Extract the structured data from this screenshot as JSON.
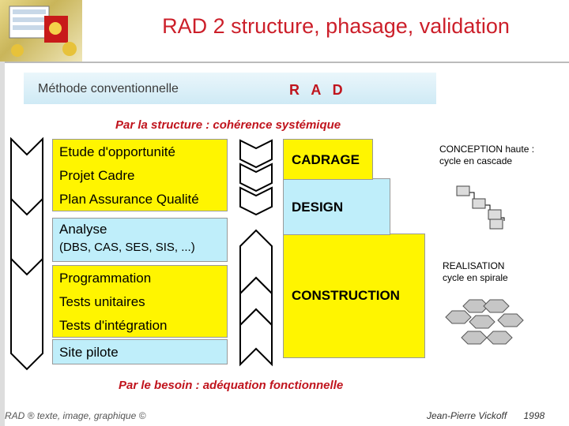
{
  "title": "RAD 2 structure, phasage, validation",
  "columns": {
    "left": "Méthode conventionnelle",
    "right": "R A D"
  },
  "subtitle_top": "Par la structure : cohérence systémique",
  "subtitle_bottom": "Par le besoin : adéquation fonctionnelle",
  "conventional": {
    "etude": "Etude d'opportunité",
    "projet": "Projet Cadre",
    "paq": "Plan Assurance Qualité",
    "analyse": "Analyse",
    "analyse_detail": "(DBS, CAS, SES, SIS, ...)",
    "programmation": "Programmation",
    "tests_unitaires": "Tests unitaires",
    "tests_integration": "Tests d'intégration",
    "site_pilote": "Site pilote"
  },
  "rad": {
    "cadrage": "CADRAGE",
    "design": "DESIGN",
    "construction": "CONSTRUCTION"
  },
  "notes": {
    "conception_line1": "CONCEPTION haute :",
    "conception_line2": "cycle en cascade",
    "realisation_line1": "REALISATION",
    "realisation_line2": "cycle en spirale"
  },
  "footer": {
    "left": "RAD ® texte, image, graphique ©",
    "author": "Jean-Pierre Vickoff",
    "year": "1998"
  },
  "colors": {
    "title": "#cc1f2a",
    "subtitle": "#c0141d",
    "yellow_box": "#fff500",
    "cyan_box": "#bfeefa",
    "header_band": "#cfeaf5"
  }
}
